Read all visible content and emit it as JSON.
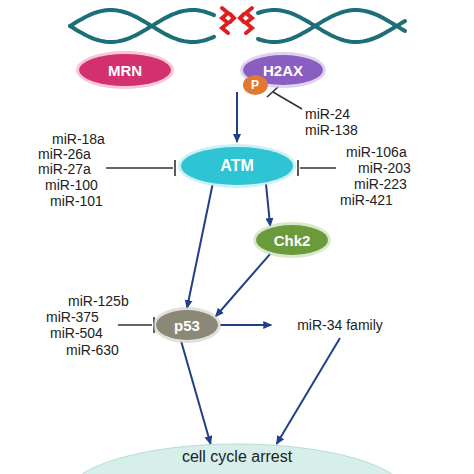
{
  "diagram": {
    "nodes": [
      {
        "text": [
          "MRN"
        ]
      },
      {
        "text": [
          "H2AX"
        ]
      },
      {
        "text": [
          "P"
        ],
        "in": 1
      },
      {
        "text": [
          "ATM"
        ]
      },
      {
        "text": [
          "Chk2"
        ]
      },
      {
        "text": [
          "p53"
        ]
      },
      {
        "text": [
          "miR-34 family"
        ]
      },
      {
        "text": [
          "cell cycle arrest"
        ]
      }
    ],
    "edges": [
      {
        "from": 3,
        "to": 5,
        "arrow": "to"
      },
      {
        "from": 3,
        "to": 4,
        "arrow": "to"
      },
      {
        "from": 4,
        "to": 5,
        "arrow": "to"
      },
      {
        "from": 5,
        "to": 6,
        "arrow": "to"
      },
      {
        "from": 5,
        "to": 7,
        "arrow": "to"
      },
      {
        "from": 6,
        "to": 7,
        "arrow": "to"
      }
    ],
    "labels": [
      "miR-24",
      "miR-138",
      "miR-18a",
      "miR-26a",
      "miR-27a",
      "miR-100",
      "miR-101",
      "miR-106a",
      "miR-203",
      "miR-223",
      "miR-421",
      "miR-125b",
      "miR-375",
      "miR-504",
      "miR-630"
    ]
  }
}
